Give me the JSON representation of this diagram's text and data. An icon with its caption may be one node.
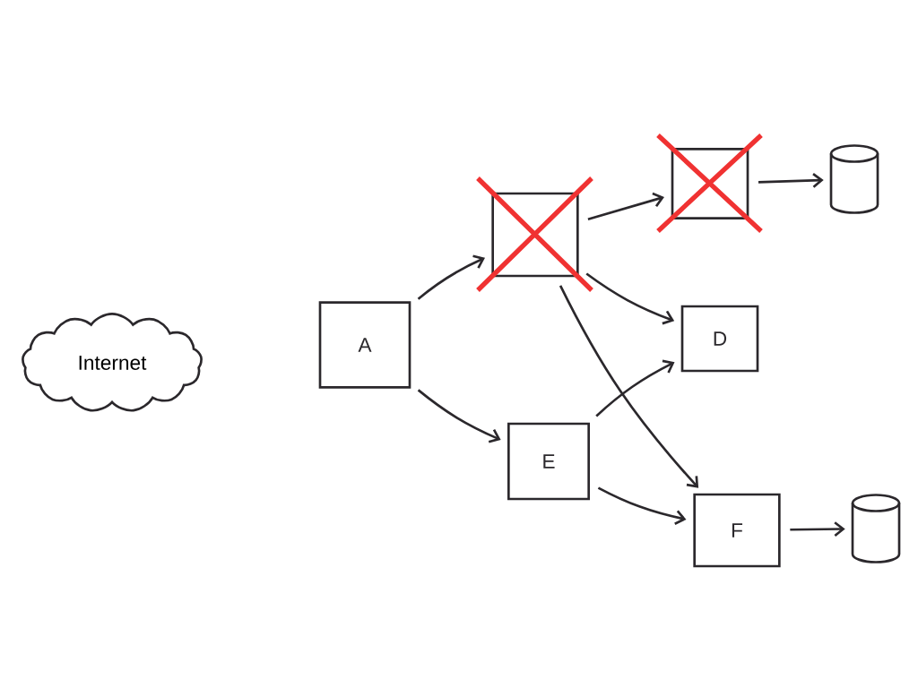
{
  "diagram": {
    "nodes": [
      {
        "text": [
          "Internet"
        ]
      },
      {
        "text": [
          "A"
        ]
      },
      {
        "text": [],
        "shape": "box"
      },
      {
        "text": [],
        "shape": "box"
      },
      {
        "text": [],
        "shape": "cylinder"
      },
      {
        "text": [
          "D"
        ]
      },
      {
        "text": [
          "E"
        ]
      },
      {
        "text": [
          "F"
        ]
      },
      {
        "text": [],
        "shape": "cylinder"
      }
    ],
    "edges": [
      {
        "from": 1,
        "to": 2,
        "arrow": "to"
      },
      {
        "from": 1,
        "to": 6,
        "arrow": "to"
      },
      {
        "from": 2,
        "to": 3,
        "arrow": "to"
      },
      {
        "from": 3,
        "to": 4,
        "arrow": "to"
      },
      {
        "from": 2,
        "to": 5,
        "arrow": "to"
      },
      {
        "from": 2,
        "to": 7,
        "arrow": "to"
      },
      {
        "from": 6,
        "to": 5,
        "arrow": "to"
      },
      {
        "from": 6,
        "to": 7,
        "arrow": "to"
      },
      {
        "from": 7,
        "to": 8,
        "arrow": "to"
      }
    ]
  }
}
